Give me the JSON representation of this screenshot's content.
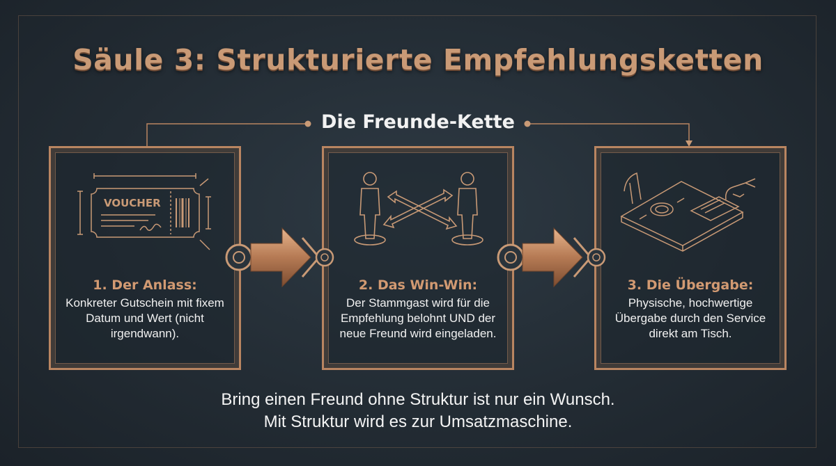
{
  "title": "Säule 3: Strukturierte Empfehlungsketten",
  "subtitle": "Die Freunde-Kette",
  "steps": [
    {
      "heading": "1. Der Anlass:",
      "description": "Konkreter Gutschein mit fixem Datum und Wert (nicht irgendwann).",
      "voucher_label": "VOUCHER",
      "icon": "voucher-icon"
    },
    {
      "heading": "2. Das Win-Win:",
      "description": "Der Stammgast wird für die Empfehlung belohnt UND der neue Freund wird eingeladen.",
      "icon": "people-exchange-icon"
    },
    {
      "heading": "3. Die Übergabe:",
      "description": "Physische, hochwertige Übergabe durch den Service direkt am Tisch.",
      "icon": "table-handover-icon"
    }
  ],
  "footer": {
    "line1": "Bring einen Freund ohne Struktur ist nur ein Wunsch.",
    "line2": "Mit Struktur wird es zur Umsatzmaschine."
  },
  "colors": {
    "accent": "#c99a76",
    "copper": "#b98561",
    "background": "#242d35",
    "text": "#f2f2f2"
  }
}
